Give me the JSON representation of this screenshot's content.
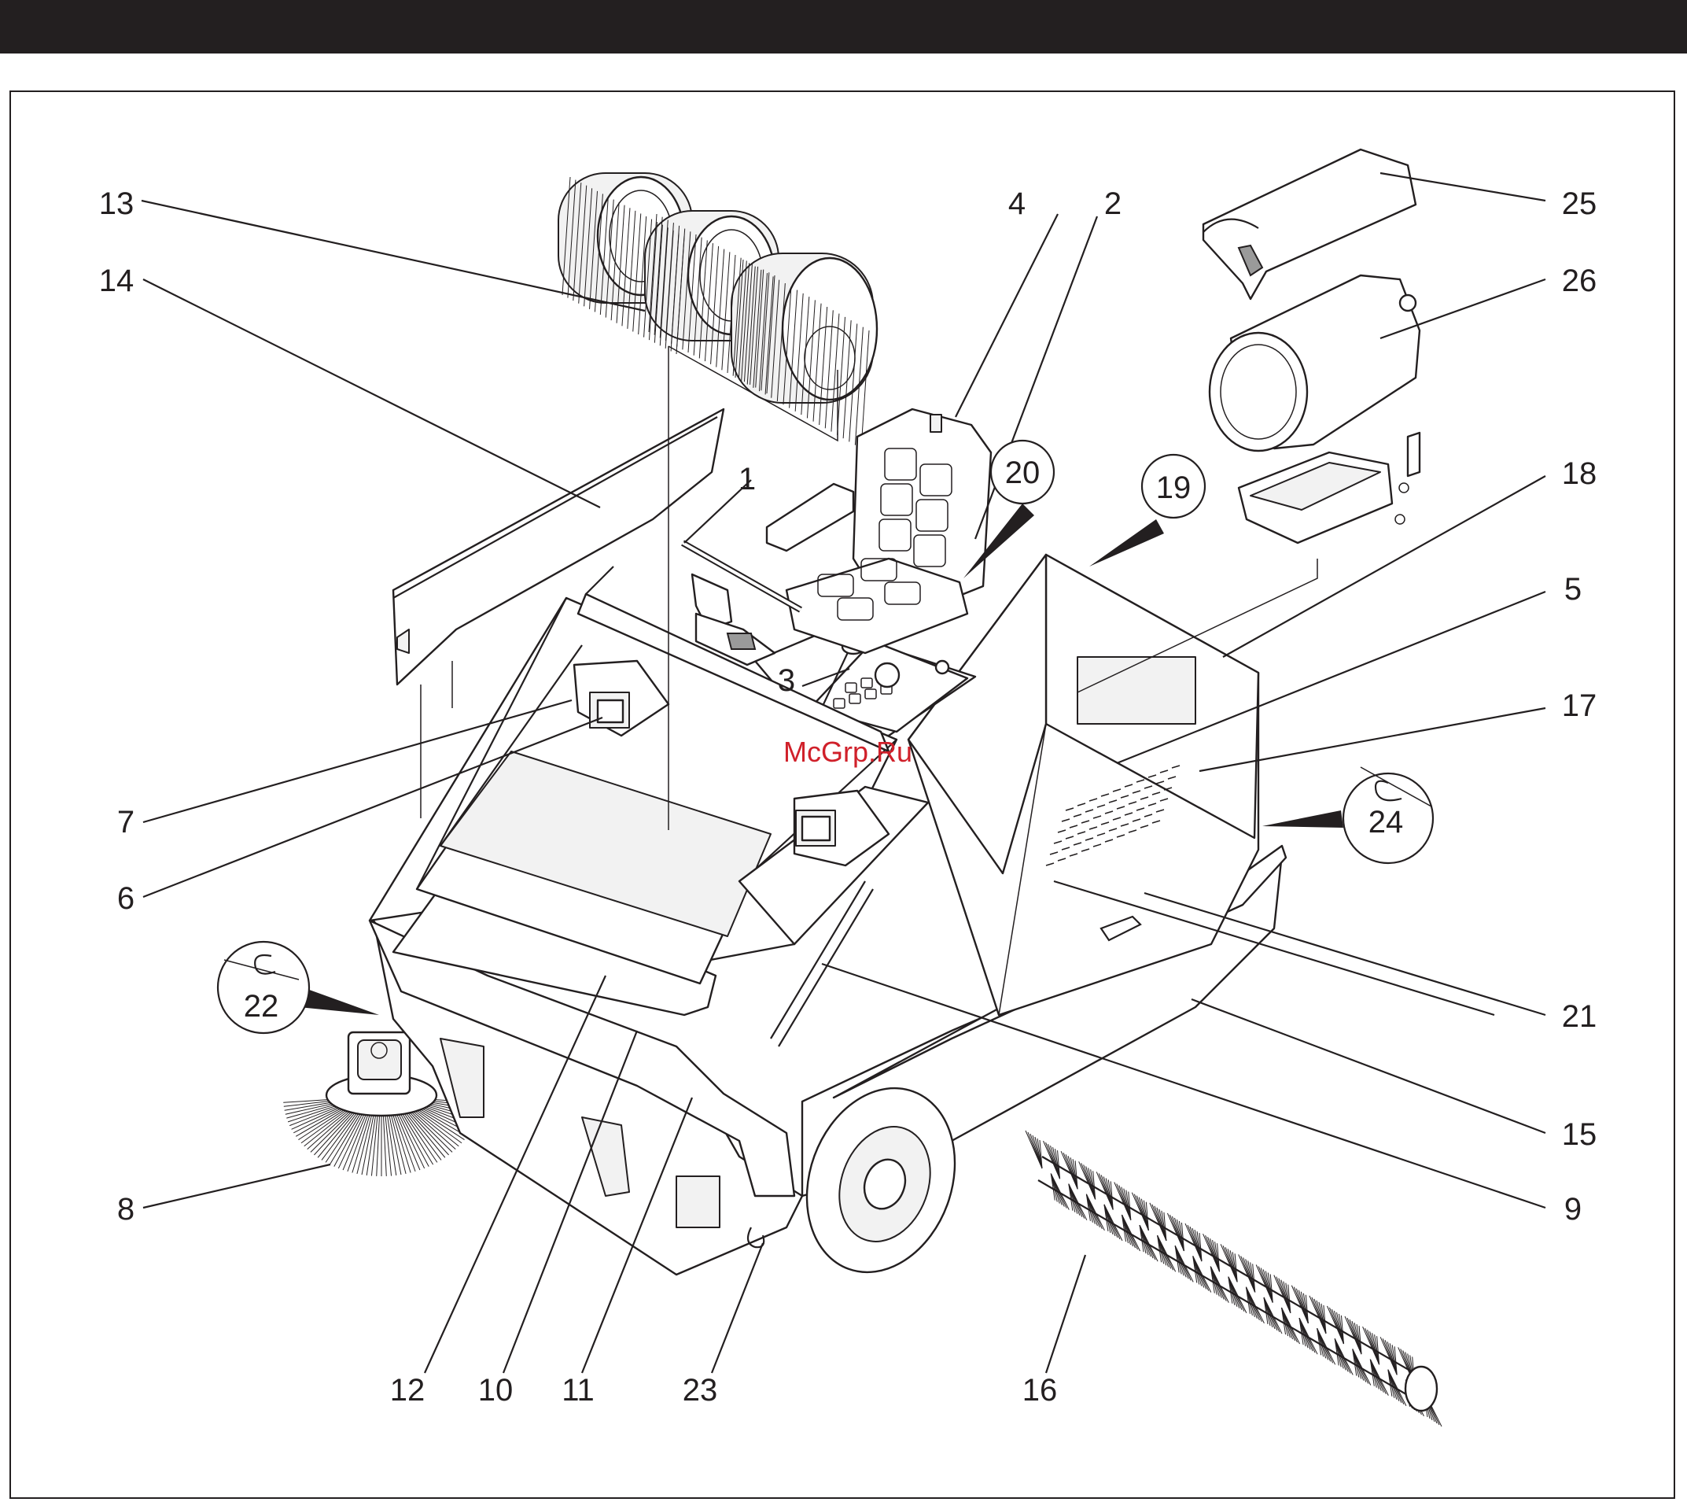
{
  "watermark": "McGrp.Ru",
  "callouts": [
    {
      "id": "l1",
      "text": "1"
    },
    {
      "id": "l2",
      "text": "2"
    },
    {
      "id": "l3",
      "text": "3"
    },
    {
      "id": "l4",
      "text": "4"
    },
    {
      "id": "l5",
      "text": "5"
    },
    {
      "id": "l6",
      "text": "6"
    },
    {
      "id": "l7",
      "text": "7"
    },
    {
      "id": "l8",
      "text": "8"
    },
    {
      "id": "l9",
      "text": "9"
    },
    {
      "id": "l10",
      "text": "10"
    },
    {
      "id": "l11",
      "text": "11"
    },
    {
      "id": "l12",
      "text": "12"
    },
    {
      "id": "l13",
      "text": "13"
    },
    {
      "id": "l14",
      "text": "14"
    },
    {
      "id": "l15",
      "text": "15"
    },
    {
      "id": "l16",
      "text": "16"
    },
    {
      "id": "l17",
      "text": "17"
    },
    {
      "id": "l18",
      "text": "18"
    },
    {
      "id": "l19",
      "text": "19"
    },
    {
      "id": "l20",
      "text": "20"
    },
    {
      "id": "l21",
      "text": "21"
    },
    {
      "id": "l22",
      "text": "22"
    },
    {
      "id": "l23",
      "text": "23"
    },
    {
      "id": "l24",
      "text": "24"
    },
    {
      "id": "l25",
      "text": "25"
    },
    {
      "id": "l26",
      "text": "26"
    }
  ]
}
